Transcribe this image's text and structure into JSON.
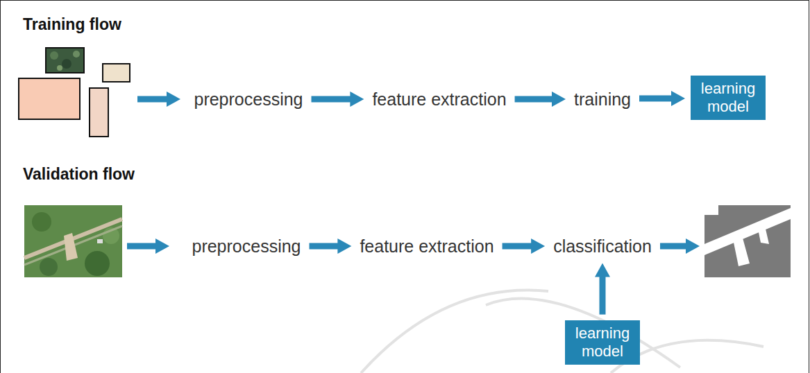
{
  "diagram": {
    "nodes": [
      {
        "text": [
          "preprocessing"
        ]
      },
      {
        "text": [
          "feature extraction"
        ]
      },
      {
        "text": [
          "training"
        ]
      },
      {
        "text": [
          "learning model"
        ]
      },
      {
        "text": [
          "preprocessing"
        ]
      },
      {
        "text": [
          "feature extraction"
        ]
      },
      {
        "text": [
          "classification"
        ]
      },
      {
        "text": [
          "learning model"
        ]
      }
    ],
    "edges": [
      {
        "from": 0,
        "to": 1,
        "arrow": "to"
      },
      {
        "from": 1,
        "to": 2,
        "arrow": "to"
      },
      {
        "from": 2,
        "to": 3,
        "arrow": "to"
      },
      {
        "from": 4,
        "to": 5,
        "arrow": "to"
      },
      {
        "from": 5,
        "to": 6,
        "arrow": "to"
      },
      {
        "from": 7,
        "to": 6,
        "arrow": "to"
      }
    ],
    "labels": [
      "Training flow",
      "Validation flow"
    ]
  }
}
